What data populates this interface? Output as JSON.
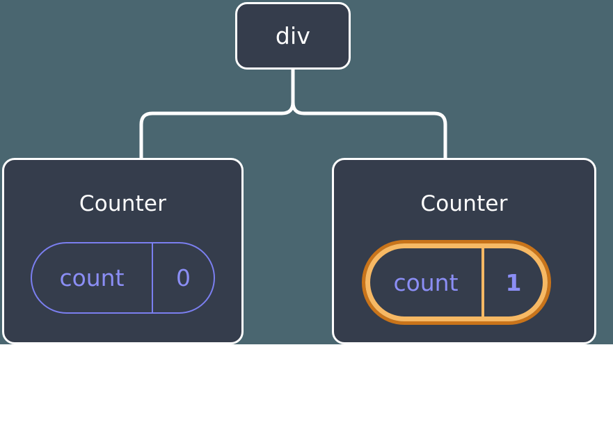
{
  "diagram": {
    "type": "component-tree",
    "background_color": "#4a6670",
    "node_fill_color": "#353d4c",
    "node_border_color": "#ffffff",
    "connector_color": "#ffffff",
    "accent_indigo": "#7b7ff0",
    "accent_orange_outer": "#c9741a",
    "accent_orange_inner": "#f7b964"
  },
  "root": {
    "label": "div"
  },
  "children": [
    {
      "label": "Counter",
      "state": {
        "key": "count",
        "value": "0"
      },
      "highlighted": false
    },
    {
      "label": "Counter",
      "state": {
        "key": "count",
        "value": "1"
      },
      "highlighted": true,
      "sparkles": [
        "sparkle-large",
        "sparkle-small"
      ]
    }
  ]
}
